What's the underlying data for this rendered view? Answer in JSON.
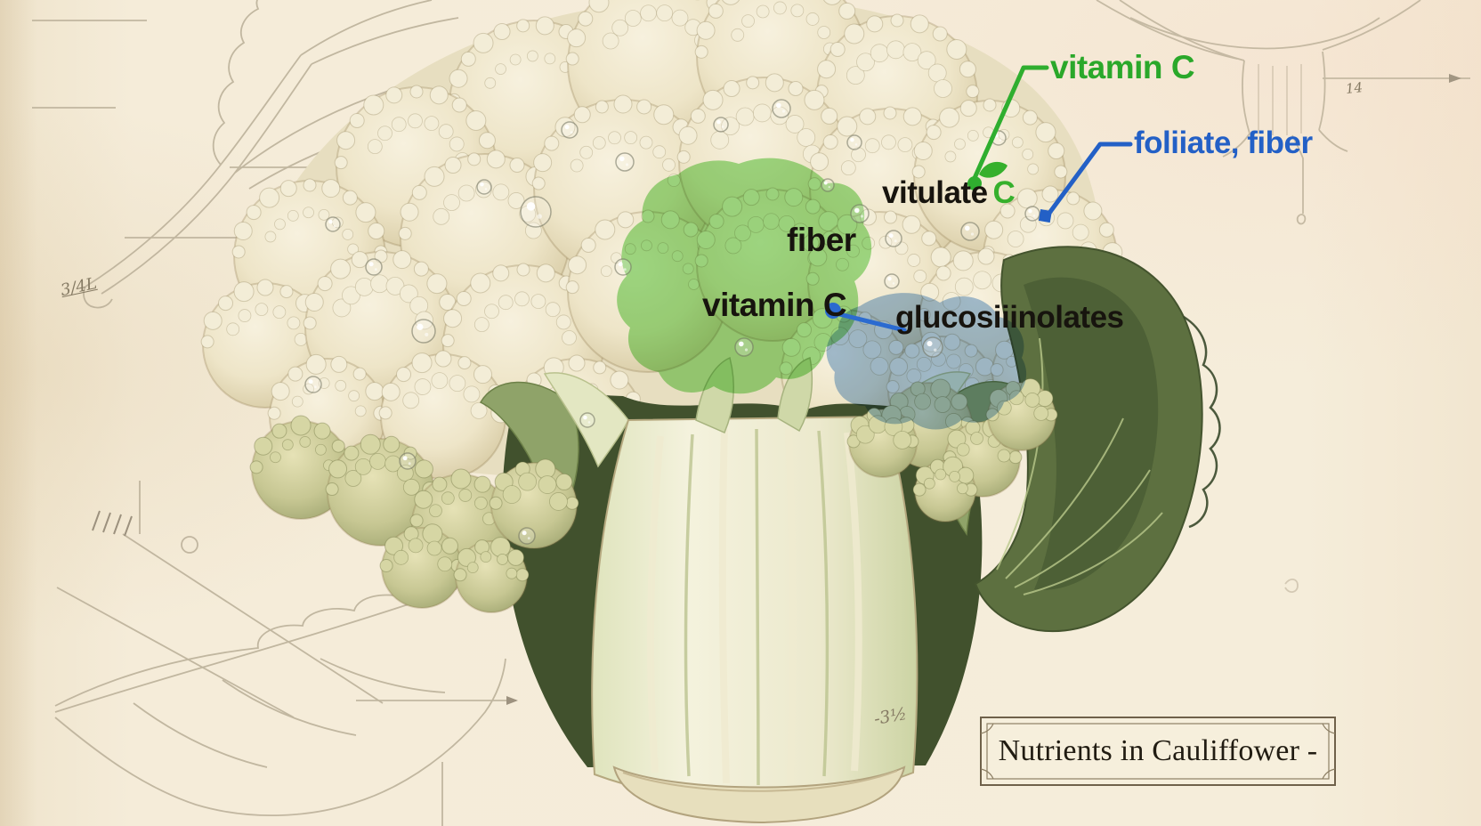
{
  "labels": {
    "vitamin_c_top": "vitamin C",
    "foliate_fiber": "foliiate, fiber",
    "vitulate_word": "vitulate",
    "vitulate_c": "C",
    "fiber": "fiber",
    "vitamin_c_mid": "vitamin C",
    "glucosinolates": "glucosiiinolates"
  },
  "title_box": {
    "text": "Nutrients in Cauliffower -"
  },
  "handwritten_notes": {
    "top_left": "3/4L",
    "stem_base": "-3½",
    "top_right": "14"
  },
  "colors": {
    "label_green": "#2aa82a",
    "label_blue": "#2360c6",
    "label_black": "#17140e",
    "highlight_green": "#55c838",
    "highlight_blue": "#7fa9dc",
    "parchment": "#f4ecda",
    "leaf_dark_green": "#5d7040"
  }
}
